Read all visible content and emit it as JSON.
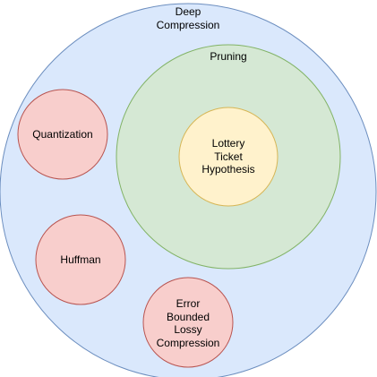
{
  "diagram": {
    "outer": {
      "label_lines": [
        "Deep",
        "Compression"
      ],
      "fill": "#dae8fc",
      "stroke": "#6c8ebf"
    },
    "pruning": {
      "label_lines": [
        "Pruning"
      ],
      "fill": "#d5e8d4",
      "stroke": "#82b366"
    },
    "lottery": {
      "label_lines": [
        "Lottery",
        "Ticket",
        "Hypothesis"
      ],
      "fill": "#fff2cc",
      "stroke": "#d6b656"
    },
    "quantization": {
      "label_lines": [
        "Quantization"
      ],
      "fill": "#f8cecc",
      "stroke": "#b85450"
    },
    "huffman": {
      "label_lines": [
        "Huffman"
      ],
      "fill": "#f8cecc",
      "stroke": "#b85450"
    },
    "error_bounded": {
      "label_lines": [
        "Error",
        "Bounded",
        "Lossy",
        "Compression"
      ],
      "fill": "#f8cecc",
      "stroke": "#b85450"
    }
  }
}
